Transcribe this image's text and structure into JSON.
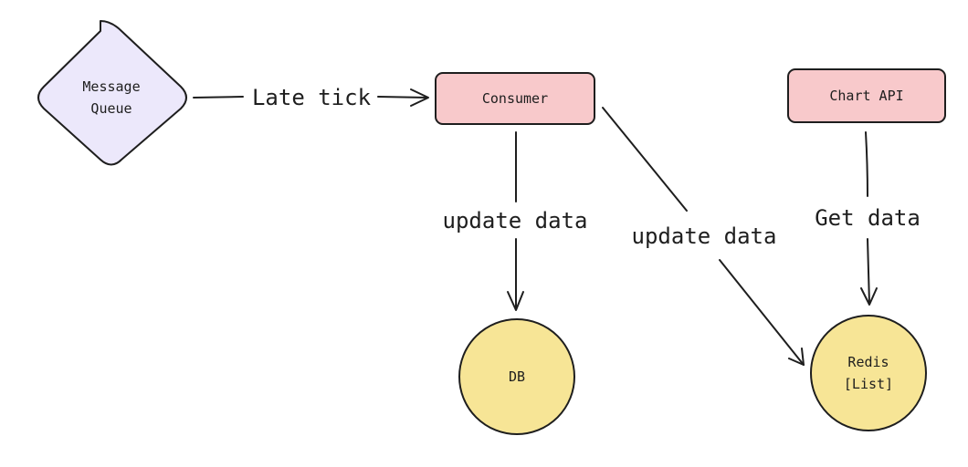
{
  "colors": {
    "queue_fill": "#ece8fb",
    "service_fill": "#f8c9cb",
    "store_fill": "#f7e596",
    "stroke": "#1e1e1e"
  },
  "nodes": {
    "message_queue": {
      "line1": "Message",
      "line2": "Queue"
    },
    "consumer": {
      "label": "Consumer"
    },
    "chart_api": {
      "label": "Chart API"
    },
    "db": {
      "label": "DB"
    },
    "redis": {
      "line1": "Redis",
      "line2": "[List]"
    }
  },
  "edges": {
    "queue_to_consumer": {
      "label": "Late tick"
    },
    "consumer_to_db": {
      "label": "update data"
    },
    "consumer_to_redis": {
      "label": "update data"
    },
    "chart_api_to_redis": {
      "label": "Get data"
    }
  }
}
